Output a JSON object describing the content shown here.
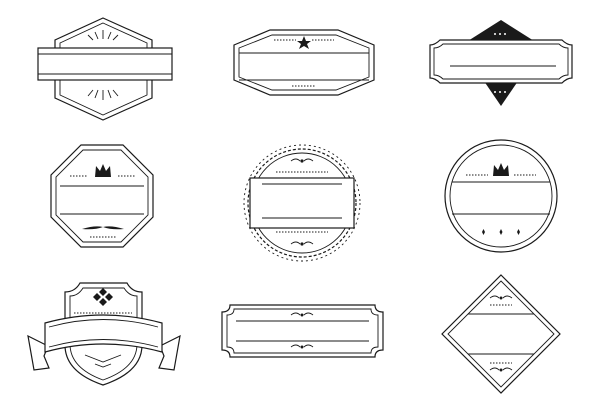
{
  "image": {
    "background": "#ffffff",
    "ink_color": "#1a1a1a"
  },
  "badges": [
    {
      "name": "hexagon-band-badge",
      "icon": "sunburst-icon"
    },
    {
      "name": "elongated-hexagon-star-badge",
      "icon": "star-icon"
    },
    {
      "name": "notched-rectangle-diamond-badge",
      "icon": "diamond-icon"
    },
    {
      "name": "octagon-crown-badge",
      "icon": "crown-icon"
    },
    {
      "name": "scalloped-circle-badge",
      "icon": "laurel-icon"
    },
    {
      "name": "circle-crown-badge",
      "icon": "crown-icon"
    },
    {
      "name": "shield-ribbon-badge",
      "icon": "quatrefoil-icon"
    },
    {
      "name": "notched-rectangle-laurel-badge",
      "icon": "laurel-icon"
    },
    {
      "name": "diamond-frame-badge",
      "icon": "laurel-icon"
    }
  ]
}
